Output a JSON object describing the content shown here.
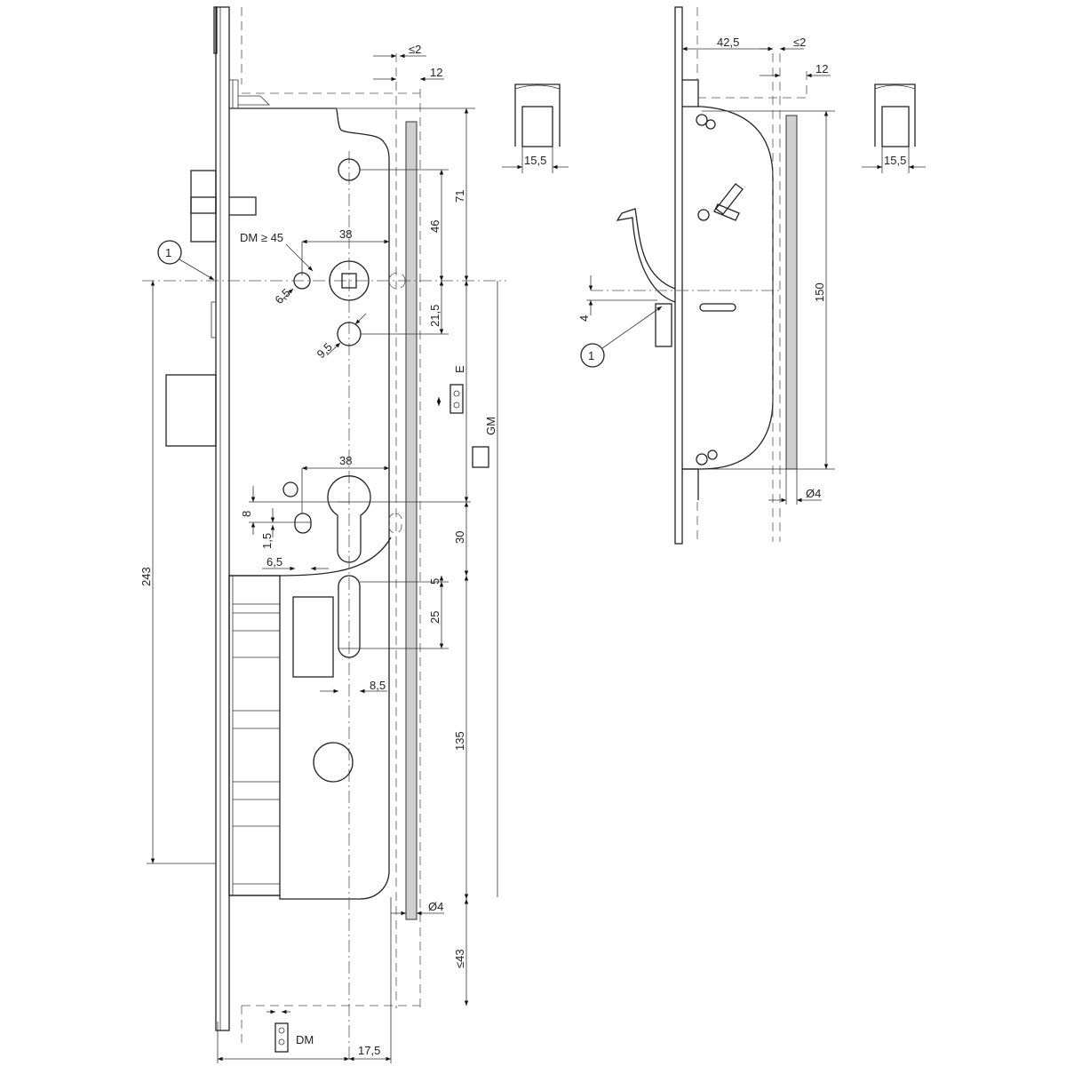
{
  "drawing": {
    "left_view": {
      "dims": {
        "gap_max": "≤2",
        "offset_12": "12",
        "d71": "71",
        "d46": "46",
        "d38_top": "38",
        "dm_min": "DM ≥ 45",
        "d6_5_hole": "6,5",
        "d21_5": "21,5",
        "d9_5": "9,5",
        "e_label": "E",
        "gm_label": "GM",
        "d38_cyl": "38",
        "d8": "8",
        "d1_5": "1,5",
        "d6_5_cyl": "6,5",
        "d30": "30",
        "d5": "5",
        "d25": "25",
        "d8_5": "8,5",
        "d135": "135",
        "d243": "243",
        "rod_dia": "Ø4",
        "d43_max": "≤43",
        "dm_label": "DM",
        "d17_5": "17,5"
      },
      "callout": "1"
    },
    "sash_sections": [
      {
        "dim": "15,5"
      },
      {
        "dim": "15,5"
      }
    ],
    "right_view": {
      "dims": {
        "d42_5": "42,5",
        "gap_max": "≤2",
        "offset_12": "12",
        "d150": "150",
        "d4": "4",
        "rod_dia": "Ø4"
      },
      "callout": "1"
    }
  }
}
